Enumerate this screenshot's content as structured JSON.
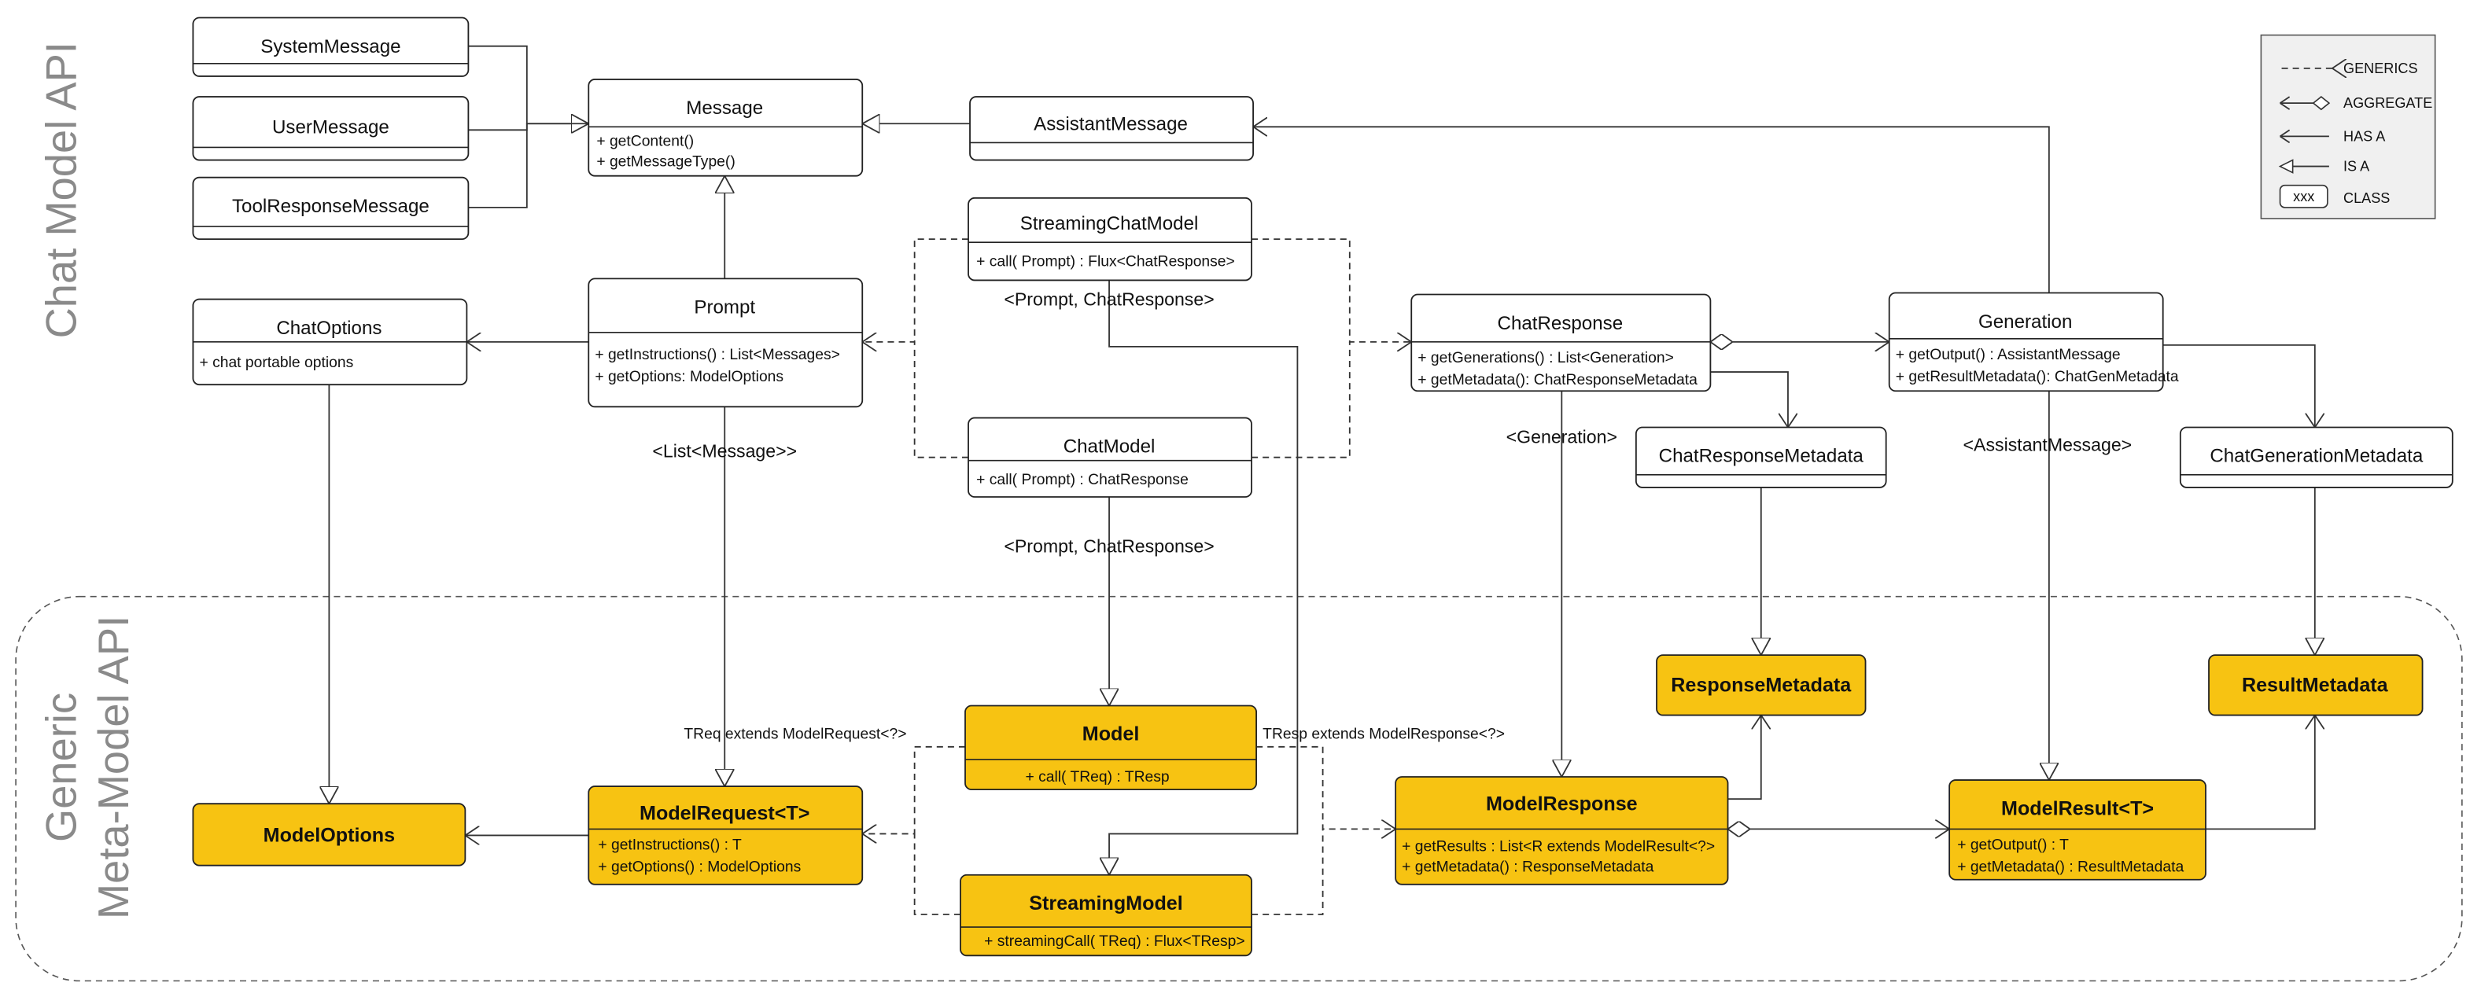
{
  "side_labels": {
    "chat_model_api": "Chat Model API",
    "generic_line1": "Generic",
    "generic_line2": "Meta-Model API"
  },
  "colors": {
    "core_class_fill": "#F7C312",
    "class_fill": "#FFFFFF",
    "legend_fill": "#F0F0F0"
  },
  "legend": {
    "generics": "GENERICS",
    "aggregate": "AGGREGATE",
    "has_a": "HAS A",
    "is_a": "IS A",
    "class_sample": "xxx",
    "class": "CLASS"
  },
  "classes": {
    "system_message": {
      "title": "SystemMessage"
    },
    "user_message": {
      "title": "UserMessage"
    },
    "tool_response_message": {
      "title": "ToolResponseMessage"
    },
    "message": {
      "title": "Message",
      "methods": [
        "+ getContent()",
        "+ getMessageType()"
      ]
    },
    "assistant_message": {
      "title": "AssistantMessage"
    },
    "streaming_chat_model": {
      "title": "StreamingChatModel",
      "methods": [
        "+ call( Prompt) : Flux<ChatResponse>"
      ]
    },
    "chat_options": {
      "title": "ChatOptions",
      "methods": [
        "+ chat portable options"
      ]
    },
    "prompt": {
      "title": "Prompt",
      "methods": [
        "+ getInstructions() : List<Messages>",
        "+ getOptions: ModelOptions"
      ]
    },
    "chat_model": {
      "title": "ChatModel",
      "methods": [
        "+ call( Prompt) : ChatResponse"
      ]
    },
    "chat_response": {
      "title": "ChatResponse",
      "methods": [
        "+ getGenerations() : List<Generation>",
        "+ getMetadata(): ChatResponseMetadata"
      ]
    },
    "generation": {
      "title": "Generation",
      "methods": [
        "+ getOutput() : AssistantMessage",
        "+ getResultMetadata(): ChatGenMetadata"
      ]
    },
    "chat_response_metadata": {
      "title": "ChatResponseMetadata"
    },
    "chat_generation_metadata": {
      "title": "ChatGenerationMetadata"
    },
    "response_metadata": {
      "title": "ResponseMetadata"
    },
    "result_metadata": {
      "title": "ResultMetadata"
    },
    "model": {
      "title": "Model",
      "methods": [
        "+ call( TReq) : TResp"
      ]
    },
    "model_options": {
      "title": "ModelOptions"
    },
    "model_request": {
      "title": "ModelRequest<T>",
      "methods": [
        "+ getInstructions() : T",
        "+ getOptions() : ModelOptions"
      ]
    },
    "model_response": {
      "title": "ModelResponse",
      "methods": [
        "+ getResults : List<R extends ModelResult<?>",
        "+ getMetadata() : ResponseMetadata"
      ]
    },
    "model_result": {
      "title": "ModelResult<T>",
      "methods": [
        "+ getOutput() : T",
        "+ getMetadata() : ResultMetadata"
      ]
    },
    "streaming_model": {
      "title": "StreamingModel",
      "methods": [
        "+ streamingCall( TReq) : Flux<TResp>"
      ]
    }
  },
  "edge_labels": {
    "streaming_chat_generics": "<Prompt, ChatResponse>",
    "chat_model_generics": "<Prompt, ChatResponse>",
    "prompt_generics": "<List<Message>>",
    "chat_response_generics": "<Generation>",
    "generation_generics": "<AssistantMessage>",
    "treq": "TReq extends ModelRequest<?>",
    "tresp": "TResp extends ModelResponse<?>"
  }
}
